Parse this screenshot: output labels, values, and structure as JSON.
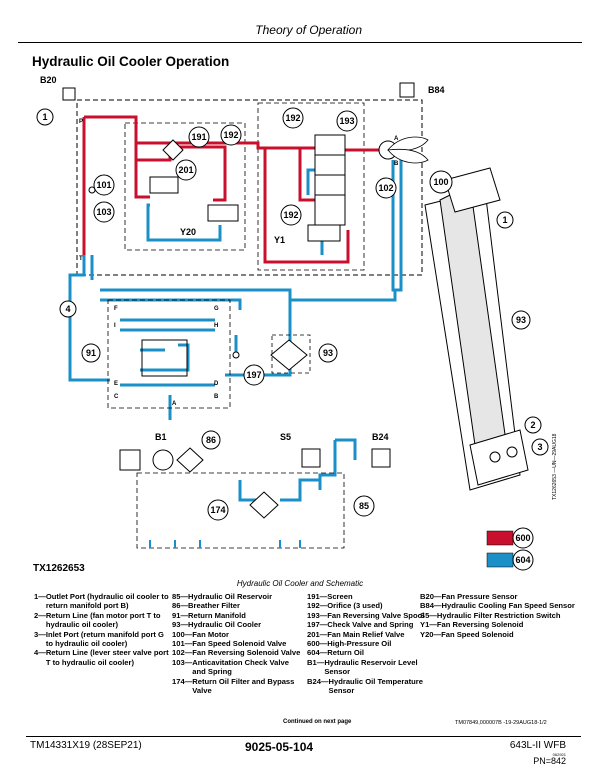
{
  "header": {
    "title": "Theory of Operation"
  },
  "section_title": "Hydraulic Oil Cooler Operation",
  "colors": {
    "pressure": "#c8102e",
    "return": "#1a8fc8",
    "line": "#000000"
  },
  "figure": {
    "code": "TX1262653",
    "side_code": "TX1262653 —UN—29AUG18",
    "caption": "Hydraulic Oil Cooler and Schematic",
    "callouts": {
      "c1": "1",
      "c2": "2",
      "c3": "3",
      "c4": "4",
      "c85": "85",
      "c86": "86",
      "c91": "91",
      "c93": "93",
      "c100": "100",
      "c101": "101",
      "c102": "102",
      "c103": "103",
      "c174": "174",
      "c191": "191",
      "c192a": "192",
      "c192b": "192",
      "c192c": "192",
      "c193": "193",
      "c197": "197",
      "c201": "201"
    },
    "sensor_labels": {
      "b20": "B20",
      "b84": "B84",
      "b1": "B1",
      "b24": "B24",
      "s5": "S5",
      "y1": "Y1",
      "y20": "Y20"
    },
    "port_labels": {
      "p": "P",
      "t": "T",
      "a": "A",
      "b": "B",
      "f": "F",
      "g": "G",
      "i": "I",
      "h": "H",
      "e": "E",
      "d": "D",
      "c": "C",
      "b2": "B",
      "a2": "A"
    },
    "key_600": "600",
    "key_604": "604"
  },
  "legend": {
    "col1": [
      {
        "k": "1—",
        "v": "Outlet Port (hydraulic oil cooler to return manifold port B)"
      },
      {
        "k": "2—",
        "v": "Return Line (fan motor port T to hydraulic oil cooler)"
      },
      {
        "k": "3—",
        "v": "Inlet Port (return manifold port G to hydraulic oil cooler)"
      },
      {
        "k": "4—",
        "v": "Return Line (lever steer valve port T to hydraulic oil cooler)"
      }
    ],
    "col2": [
      {
        "k": "85—",
        "v": "Hydraulic Oil Reservoir"
      },
      {
        "k": "86—",
        "v": "Breather Filter"
      },
      {
        "k": "91—",
        "v": "Return Manifold"
      },
      {
        "k": "93—",
        "v": "Hydraulic Oil Cooler"
      },
      {
        "k": "100—",
        "v": "Fan Motor"
      },
      {
        "k": "101—",
        "v": "Fan Speed Solenoid Valve"
      },
      {
        "k": "102—",
        "v": "Fan Reversing Solenoid Valve"
      },
      {
        "k": "103—",
        "v": "Anticavitation Check Valve and Spring"
      },
      {
        "k": "174—",
        "v": "Return Oil Filter and Bypass Valve"
      }
    ],
    "col3": [
      {
        "k": "191—",
        "v": "Screen"
      },
      {
        "k": "192—",
        "v": "Orifice (3 used)"
      },
      {
        "k": "193—",
        "v": "Fan Reversing Valve Spool"
      },
      {
        "k": "197—",
        "v": "Check Valve and Spring"
      },
      {
        "k": "201—",
        "v": "Fan Main Relief Valve"
      },
      {
        "k": "600—",
        "v": "High-Pressure Oil"
      },
      {
        "k": "604—",
        "v": "Return Oil"
      },
      {
        "k": "B1—",
        "v": "Hydraulic Reservoir Level Sensor"
      },
      {
        "k": "B24—",
        "v": "Hydraulic Oil Temperature Sensor"
      }
    ],
    "col4": [
      {
        "k": "B20—",
        "v": "Fan Pressure Sensor"
      },
      {
        "k": "B84—",
        "v": "Hydraulic Cooling Fan Speed Sensor"
      },
      {
        "k": "S5—",
        "v": "Hydraulic Filter Restriction Switch"
      },
      {
        "k": "Y1—",
        "v": "Fan Reversing Solenoid"
      },
      {
        "k": "Y20—",
        "v": "Fan Speed Solenoid"
      }
    ]
  },
  "footer": {
    "continued": "Continued on next page",
    "tm_ref": "TM07849,000007B -19-29AUG18-1/2",
    "doc_id": "TM14331X19 (28SEP21)",
    "page": "9025-05-104",
    "model": "643L-II WFB",
    "small_code": "062921",
    "pn": "PN=842"
  }
}
